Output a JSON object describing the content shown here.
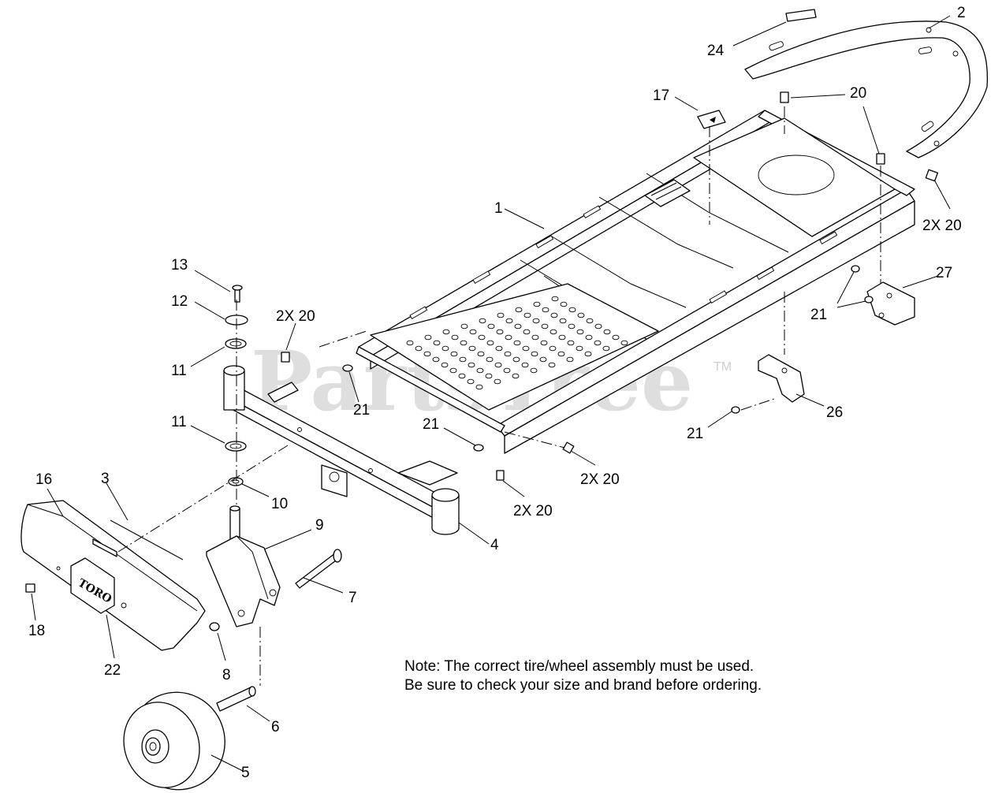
{
  "watermark": {
    "text": "PartsTree",
    "trademark": "TM"
  },
  "note": {
    "line1": "Note: The correct tire/wheel assembly must be used.",
    "line2": "Be sure to check your size and brand before ordering."
  },
  "decal": {
    "brand": "TORO"
  },
  "callouts": {
    "c1": "1",
    "c2": "2",
    "c3": "3",
    "c4": "4",
    "c5": "5",
    "c6": "6",
    "c7": "7",
    "c8": "8",
    "c9": "9",
    "c10": "10",
    "c11a": "11",
    "c11b": "11",
    "c12": "12",
    "c13": "13",
    "c16": "16",
    "c17": "17",
    "c18": "18",
    "c20a": "20",
    "c20b": "2X 20",
    "c20c": "2X 20",
    "c20d": "2X 20",
    "c20e": "2X 20",
    "c21a": "21",
    "c21b": "21",
    "c21c": "21",
    "c21d": "21",
    "c22": "22",
    "c24": "24",
    "c26": "26",
    "c27": "27"
  }
}
